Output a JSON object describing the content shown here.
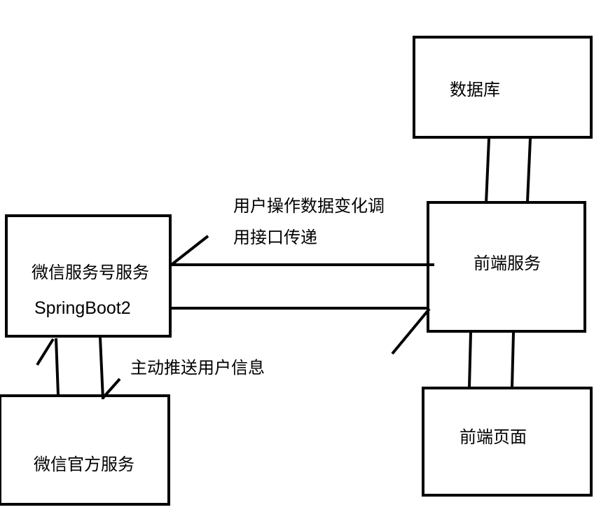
{
  "nodes": {
    "database": "数据库",
    "frontend_service": "前端服务",
    "frontend_page": "前端页面",
    "wechat_service_title": "微信服务号服务",
    "wechat_service_sub": "SpringBoot2",
    "wechat_official": "微信官方服务"
  },
  "edges": {
    "api_label_line1": "用户操作数据变化调",
    "api_label_line2": "用接口传递",
    "push_label": "主动推送用户信息"
  }
}
